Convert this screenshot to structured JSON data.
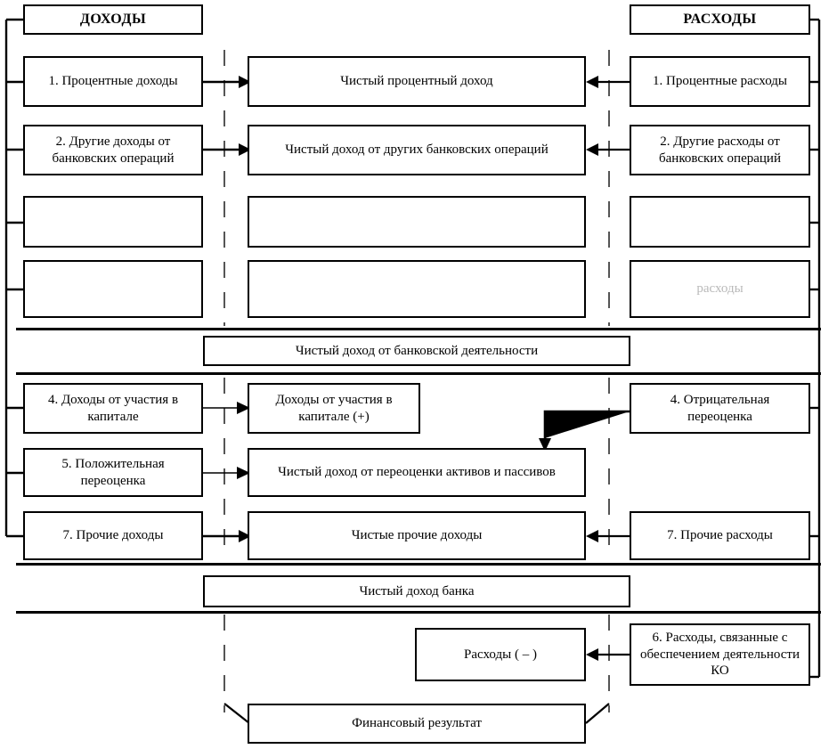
{
  "diagram": {
    "title_left": "ДОХОДЫ",
    "title_right": "РАСХОДЫ",
    "income_items": [
      "1. Процентные доходы",
      "2. Другие доходы от банковских операций",
      "",
      "",
      "4. Доходы от участия в капитале",
      "5. Положительная переоценка",
      "7. Прочие доходы"
    ],
    "expense_items": [
      "1. Процентные расходы",
      "2. Другие расходы от банковских операций",
      "",
      "расходы",
      "4. Отрицательная переоценка",
      "7. Прочие расходы",
      "6. Расходы, связанные с обеспечением деятельности КО"
    ],
    "net_items": [
      "Чистый процентный доход",
      "Чистый доход от других банковских операций",
      "",
      "",
      "Доходы от участия в капитале (+)",
      "Чистый доход от переоценки активов и пассивов",
      "Чистые прочие доходы"
    ],
    "summary_bank_activity": "Чистый доход от банковской деятельности",
    "summary_bank_income": "Чистый доход банка",
    "expenses_minus": "Расходы ( – )",
    "financial_result": "Финансовый результат",
    "colors": {
      "line": "#000000",
      "box_border": "#000000",
      "background": "#ffffff",
      "faint_text": "#b9b9b9"
    }
  }
}
